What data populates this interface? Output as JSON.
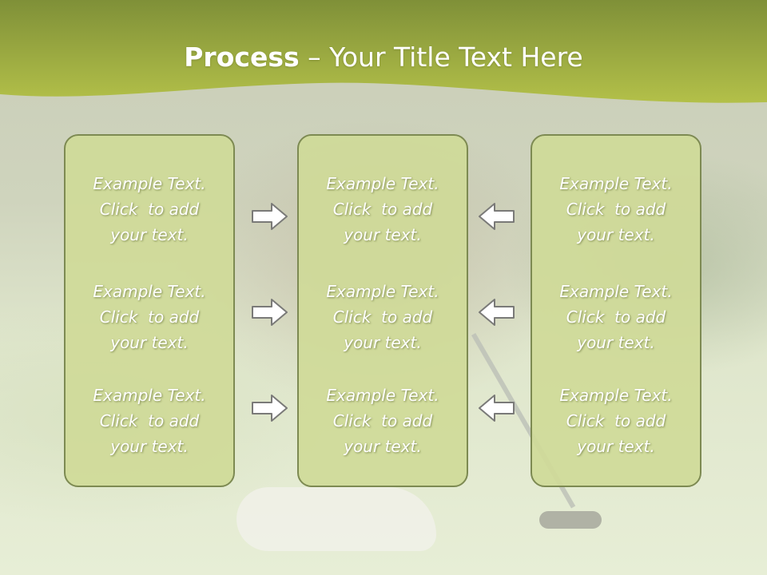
{
  "slide": {
    "title_bold": "Process",
    "title_rest": " – Your Title Text Here",
    "accent_color": "#a8b546",
    "panel_color": "#cfda98",
    "panel_border_color": "#7d8a52"
  },
  "panels": {
    "left": [
      [
        "Example Text.",
        "Click  to add",
        "your text."
      ],
      [
        "Example Text.",
        "Click  to add",
        "your text."
      ],
      [
        "Example Text.",
        "Click  to add",
        "your text."
      ]
    ],
    "center": [
      [
        "Example Text.",
        "Click  to add",
        "your text."
      ],
      [
        "Example Text.",
        "Click  to add",
        "your text."
      ],
      [
        "Example Text.",
        "Click  to add",
        "your text."
      ]
    ],
    "right": [
      [
        "Example Text.",
        "Click  to add",
        "your text."
      ],
      [
        "Example Text.",
        "Click  to add",
        "your text."
      ],
      [
        "Example Text.",
        "Click  to add",
        "your text."
      ]
    ]
  },
  "icons": {
    "left_arrows": "arrow-right-icon",
    "right_arrows": "arrow-left-icon"
  }
}
